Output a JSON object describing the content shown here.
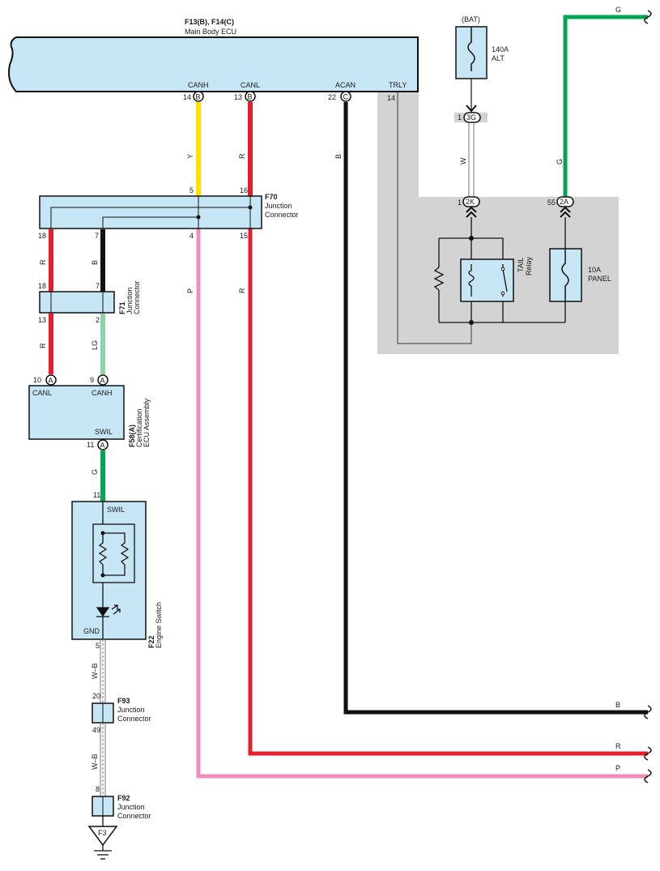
{
  "colors": {
    "box_fill": "#c6e6f5",
    "grey_area": "#d3d3d3",
    "wire_yellow": "#ffe100",
    "wire_red": "#e41f2b",
    "wire_black": "#111111",
    "wire_green": "#00a651",
    "wire_pink": "#f08dbb",
    "wire_lightgreen": "#8fd3ad",
    "wire_white": "#ffffff"
  },
  "main_ecu": {
    "code": "F13(B), F14(C)",
    "name": "Main Body ECU",
    "terminals": [
      "CANH",
      "CANL",
      "ACAN",
      "TRLY"
    ],
    "pins": [
      {
        "num": "14",
        "conn": "B"
      },
      {
        "num": "13",
        "conn": "B"
      },
      {
        "num": "22",
        "conn": "C"
      },
      {
        "num": "14",
        "conn": ""
      }
    ]
  },
  "battery": {
    "label": "(BAT)",
    "fuse": "140A\nALT",
    "fuse_line1": "140A",
    "fuse_line2": "ALT"
  },
  "connector_3g": {
    "pin": "1",
    "conn": "3G"
  },
  "connector_2k": {
    "pin": "1",
    "conn": "2K"
  },
  "connector_2a": {
    "pin": "55",
    "conn": "2A"
  },
  "tail_relay": {
    "line1": "TAIL",
    "line2": "Relay"
  },
  "panel_fuse": {
    "line1": "10A",
    "line2": "PANEL"
  },
  "f70": {
    "code": "F70",
    "line1": "Junction",
    "line2": "Connector",
    "top_pins": [
      "5",
      "16"
    ],
    "bottom_pins": [
      "18",
      "7",
      "4",
      "15"
    ]
  },
  "f71": {
    "code": "F71",
    "line1": "Junction",
    "line2": "Connector",
    "top_pins": [
      "18",
      "7"
    ],
    "bottom_pins": [
      "13",
      "2"
    ]
  },
  "f58": {
    "code": "F58(A)",
    "line1": "Certification",
    "line2": "ECU Assembly",
    "terminals": [
      "CANL",
      "CANH",
      "SWIL"
    ],
    "pins": [
      {
        "num": "10",
        "conn": "A"
      },
      {
        "num": "9",
        "conn": "A"
      },
      {
        "num": "11",
        "conn": "A"
      }
    ]
  },
  "f22": {
    "code": "F22",
    "name": "Engine Switch",
    "terminals": [
      "SWIL",
      "GND"
    ],
    "pins": [
      "11",
      "5"
    ]
  },
  "f93": {
    "code": "F93",
    "line1": "Junction",
    "line2": "Connector",
    "pins": [
      "20",
      "49"
    ]
  },
  "f92": {
    "code": "F92",
    "line1": "Junction",
    "line2": "Connector",
    "pins": [
      "8"
    ]
  },
  "ground": {
    "label": "F3"
  },
  "wire_labels": {
    "y": "Y",
    "r": "R",
    "b": "B",
    "w": "W",
    "g": "G",
    "p": "P",
    "lg": "LG",
    "wb": "W–B"
  },
  "edge_labels": {
    "g": "G",
    "b": "B",
    "r": "R",
    "p": "P"
  }
}
